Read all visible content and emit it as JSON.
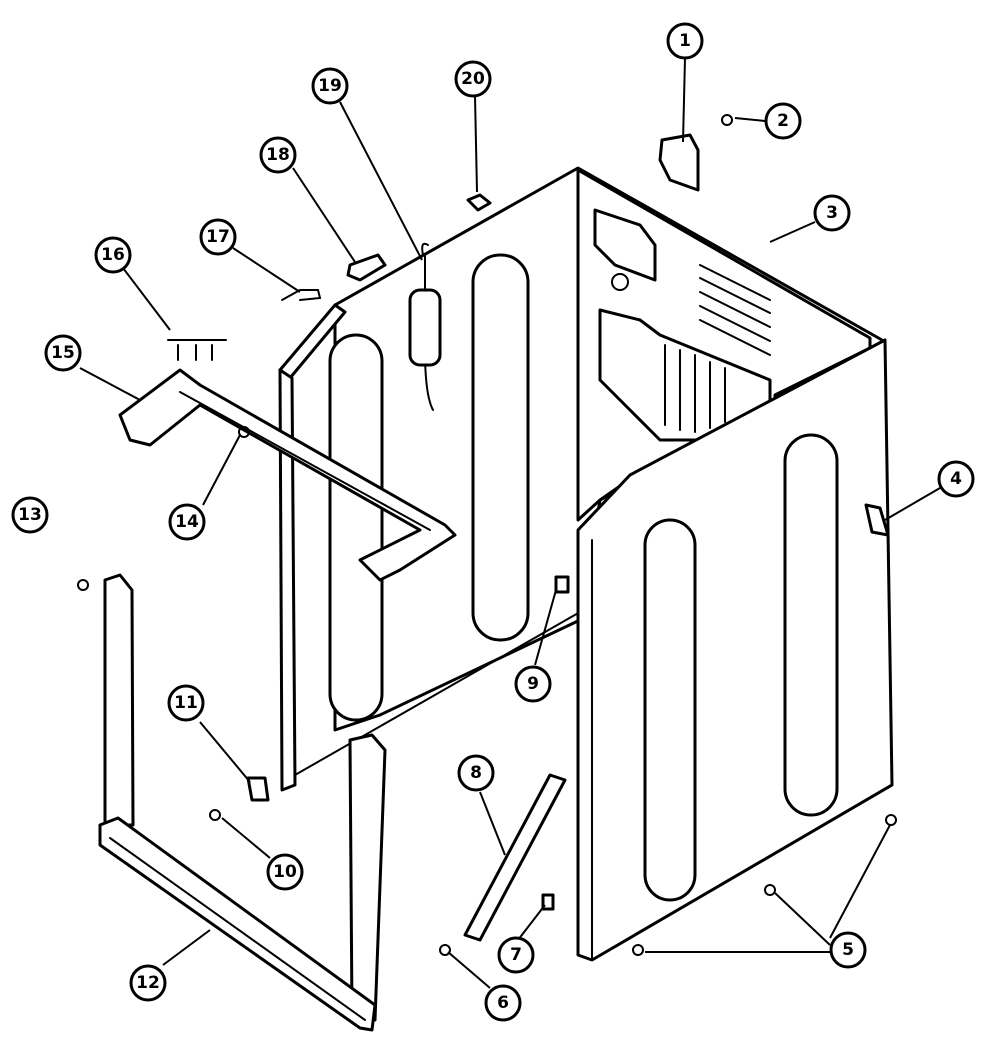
{
  "colors": {
    "line": "#000000",
    "background": "#ffffff"
  },
  "callouts": [
    {
      "id": "c1",
      "number": "1"
    },
    {
      "id": "c2",
      "number": "2"
    },
    {
      "id": "c3",
      "number": "3"
    },
    {
      "id": "c4",
      "number": "4"
    },
    {
      "id": "c5",
      "number": "5"
    },
    {
      "id": "c6",
      "number": "6"
    },
    {
      "id": "c7",
      "number": "7"
    },
    {
      "id": "c8",
      "number": "8"
    },
    {
      "id": "c9",
      "number": "9"
    },
    {
      "id": "c10",
      "number": "10"
    },
    {
      "id": "c11",
      "number": "11"
    },
    {
      "id": "c12",
      "number": "12"
    },
    {
      "id": "c13",
      "number": "13"
    },
    {
      "id": "c14",
      "number": "14"
    },
    {
      "id": "c15",
      "number": "15"
    },
    {
      "id": "c16",
      "number": "16"
    },
    {
      "id": "c17",
      "number": "17"
    },
    {
      "id": "c18",
      "number": "18"
    },
    {
      "id": "c19",
      "number": "19"
    },
    {
      "id": "c20",
      "number": "20"
    }
  ]
}
